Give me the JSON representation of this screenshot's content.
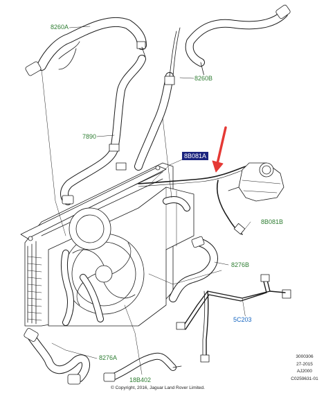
{
  "callouts": {
    "hose_8260A": "8260A",
    "hose_8260B": "8260B",
    "hose_7890": "7890",
    "hose_8B081A": "8B081A",
    "hose_8B081B": "8B081B",
    "hose_8276B": "8276B",
    "hose_5C203": "5C203",
    "hose_8276A": "8276A",
    "hose_18B402": "18B402"
  },
  "metadata": {
    "code1": "3000306",
    "date": "27-2015",
    "ref": "AJ2000",
    "id": "C0259631-01"
  },
  "copyright": "© Copyright, 2016, Jaguar Land Rover Limited.",
  "colors": {
    "line": "#1a1a1a",
    "callout_green": "#2e7d32",
    "callout_blue": "#1565c0",
    "highlight_bg": "#1a237e",
    "arrow": "#e53935"
  },
  "icons": {
    "pointer_arrow": "red-down-left-arrow"
  }
}
